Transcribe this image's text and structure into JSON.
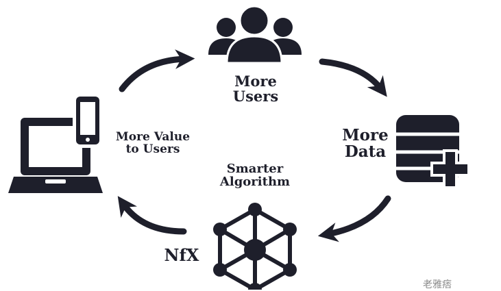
{
  "nodes": {
    "users": {
      "line1": "More",
      "line2": "Users"
    },
    "data": {
      "line1": "More",
      "line2": "Data"
    },
    "algorithm": {
      "line1": "Smarter",
      "line2": "Algorithm"
    },
    "value": {
      "line1": "More Value",
      "line2": "to Users"
    }
  },
  "logo": {
    "text": "NfX"
  },
  "watermark": {
    "text": "老雅痞"
  },
  "colors": {
    "ink": "#1e1f2b",
    "background": "#ffffff"
  },
  "icons": {
    "users": "user-group-icon",
    "data": "database-plus-icon",
    "algorithm": "network-hexagon-icon",
    "value": "laptop-phone-icon"
  }
}
